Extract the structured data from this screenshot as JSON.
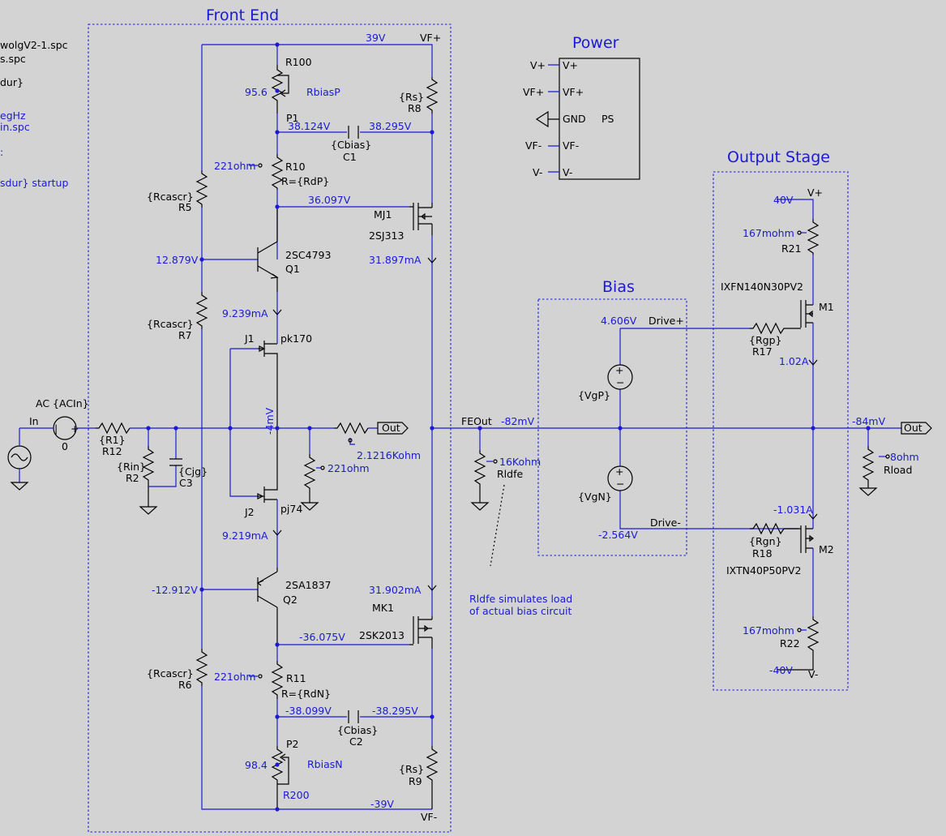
{
  "titles": {
    "front_end": "Front End",
    "power": "Power",
    "output_stage": "Output Stage",
    "bias": "Bias"
  },
  "left_text": {
    "l1": "wolgV2-1.spc",
    "l2": "s.spc",
    "l3": "dur}",
    "l4": "egHz",
    "l5": "in.spc",
    "l6": ":",
    "l7": "sdur} startup"
  },
  "components": {
    "R100": "R100",
    "RbiasP": "RbiasP",
    "P1": "P1",
    "Rs_top": "{Rs}",
    "R8": "R8",
    "Cbias1": "{Cbias}",
    "C1": "C1",
    "R10": "R10",
    "RdP": "R={RdP}",
    "Rcascr5": "{Rcascr}",
    "R5": "R5",
    "MJ1": "MJ1",
    "2SJ313": "2SJ313",
    "2SC4793": "2SC4793",
    "Q1": "Q1",
    "Rcascr7": "{Rcascr}",
    "R7": "R7",
    "J1": "J1",
    "pk170": "pk170",
    "AC": "AC {ACIn}",
    "In": "In",
    "zero": "0",
    "R1": "{R1}",
    "R12": "R12",
    "Rin": "{Rin}",
    "R2": "R2",
    "Cjg": "{Cjg}",
    "C3": "C3",
    "J2": "J2",
    "pj74": "pj74",
    "2SA1837": "2SA1837",
    "Q2": "Q2",
    "MK1": "MK1",
    "2SK2013": "2SK2013",
    "Rcascr6": "{Rcascr}",
    "R6": "R6",
    "R11": "R11",
    "RdN": "R={RdN}",
    "Cbias2": "{Cbias}",
    "C2": "C2",
    "P2": "P2",
    "RbiasN": "RbiasN",
    "R200": "R200",
    "Rs_bot": "{Rs}",
    "R9": "R9",
    "VF_plus": "VF+",
    "VF_minus": "VF-",
    "Out1": "Out",
    "Out2": "Out",
    "FEOut": "FEOut",
    "Rldfe": "Rldfe",
    "note1": "Rldfe simulates load",
    "note2": "of actual bias circuit",
    "PS": "PS",
    "ps_pins": [
      "V+",
      "VF+",
      "GND",
      "VF-",
      "V-"
    ],
    "ps_nets": [
      "V+",
      "VF+",
      "VF-",
      "V-"
    ],
    "Drive_plus": "Drive+",
    "Drive_minus": "Drive-",
    "VgP": "{VgP}",
    "VgN": "{VgN}",
    "Rgp": "{Rgp}",
    "R17": "R17",
    "Rgn": "{Rgn}",
    "R18": "R18",
    "M1": "M1",
    "M1_part": "IXFN140N30PV2",
    "M2": "M2",
    "M2_part": "IXTN40P50PV2",
    "R21": "R21",
    "R22": "R22",
    "Rload": "Rload",
    "Vplus_out": "V+",
    "Vminus_out": "V-"
  },
  "values": {
    "v39": "39V",
    "v95": "95.6",
    "v38_124": "38.124V",
    "v38_295": "38.295V",
    "ohm221_a": "221ohm",
    "v36_097": "36.097V",
    "v12_879": "12.879V",
    "i31_897": "31.897mA",
    "i9_239": "9.239mA",
    "vm4": "-4mV",
    "k2_1216": "2.1216Kohm",
    "ohm221_b": "221ohm",
    "i9_219": "9.219mA",
    "vm12_912": "-12.912V",
    "i31_902": "31.902mA",
    "vm36_075": "-36.075V",
    "ohm221_c": "221ohm",
    "vm38_099": "-38.099V",
    "vm38_295": "-38.295V",
    "v98": "98.4",
    "vm39": "-39V",
    "vm82": "-82mV",
    "k16": "16Kohm",
    "v4_606": "4.606V",
    "vm2_564": "-2.564V",
    "v40": "40V",
    "m167a": "167mohm",
    "a1_02": "1.02A",
    "vm84": "-84mV",
    "ohm8": "8ohm",
    "am1_031": "-1.031A",
    "m167b": "167mohm",
    "vm40": "-40V"
  }
}
